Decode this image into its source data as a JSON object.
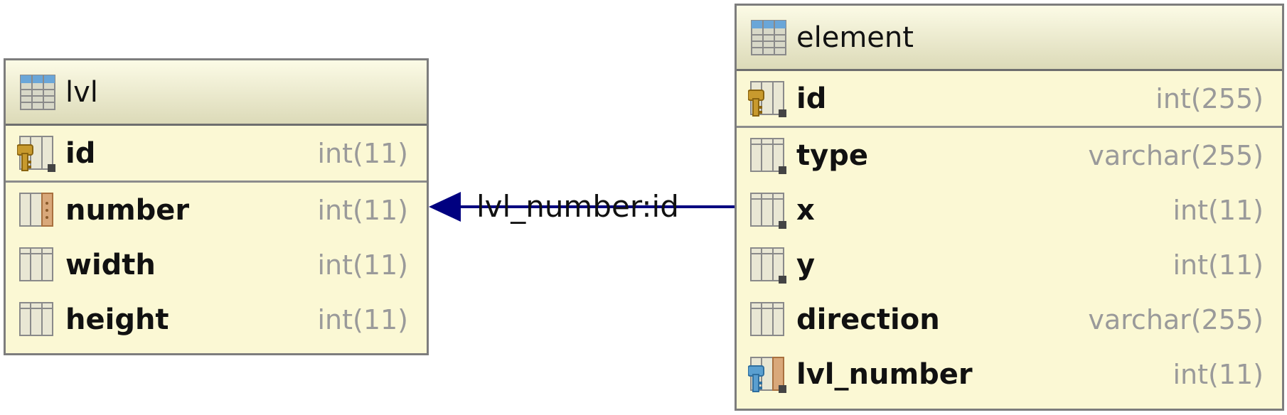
{
  "tables": {
    "lvl": {
      "name": "lvl",
      "columns": [
        {
          "name": "id",
          "type": "int(11)",
          "icon": "primary-key-column-icon"
        },
        {
          "name": "number",
          "type": "int(11)",
          "icon": "indexed-column-icon"
        },
        {
          "name": "width",
          "type": "int(11)",
          "icon": "column-icon"
        },
        {
          "name": "height",
          "type": "int(11)",
          "icon": "column-icon"
        }
      ]
    },
    "element": {
      "name": "element",
      "columns": [
        {
          "name": "id",
          "type": "int(255)",
          "icon": "primary-key-column-icon"
        },
        {
          "name": "type",
          "type": "varchar(255)",
          "icon": "not-null-column-icon"
        },
        {
          "name": "x",
          "type": "int(11)",
          "icon": "not-null-column-icon"
        },
        {
          "name": "y",
          "type": "int(11)",
          "icon": "not-null-column-icon"
        },
        {
          "name": "direction",
          "type": "varchar(255)",
          "icon": "column-icon"
        },
        {
          "name": "lvl_number",
          "type": "int(11)",
          "icon": "foreign-key-column-icon"
        }
      ]
    }
  },
  "relation": {
    "label": "lvl_number:id",
    "color": "#000080"
  },
  "colors": {
    "table_body": "#fbf8d4",
    "type_text": "#9a9a9a",
    "border": "#7d7d7d"
  }
}
